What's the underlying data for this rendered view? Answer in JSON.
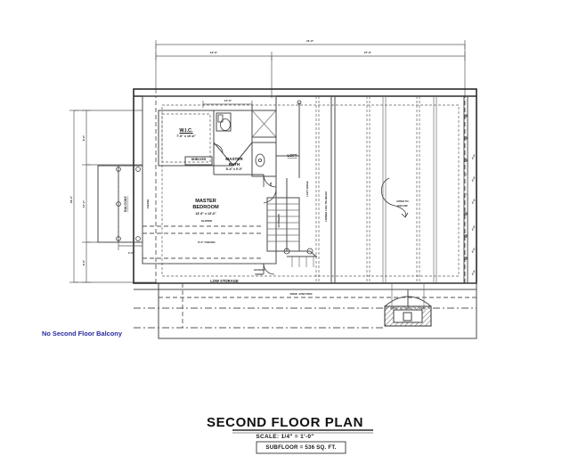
{
  "sheet": {
    "title": "SECOND FLOOR PLAN",
    "scale": "SCALE: 1/4\" = 1'-0\"",
    "area_note": "SUBFLOOR = 536 SQ. FT.",
    "revision_note": "No Second Floor Balcony",
    "revision_color": "#2a2a9c",
    "background": "#ffffff",
    "line_color": "#4a4a4a"
  },
  "dimensions": {
    "overall_top": "44'-0\"",
    "top_left_bay": "16'-6\"",
    "top_right_bay": "27'-6\"",
    "inner_top": "10'-6\"",
    "overall_left": "29'-2\"",
    "left_upper": "9'-6\"",
    "left_middle": "10'-2\"",
    "left_lower": "9'-6\"",
    "balcony_width": "4'-0\"",
    "right_edge_repeats": [
      "4'-0\"",
      "4'-0\"",
      "4'-0\"",
      "4'-0\"",
      "4'-0\"",
      "4'-0\""
    ]
  },
  "rooms": [
    {
      "name": "W.I.C.",
      "size": "7'-6\" x 10'-6\""
    },
    {
      "name": "MASTER BATH",
      "size": "8'-4\" x 9'-0\""
    },
    {
      "name": "MASTER BEDROOM",
      "size": "13'-9\" x 13'-0\""
    },
    {
      "name": "LOFT",
      "size": ""
    },
    {
      "name": "BALCONY",
      "size": ""
    },
    {
      "name": "LOW STORAGE",
      "size": ""
    }
  ],
  "labels": {
    "wic": "W.I.C.",
    "wic_size": "7'-6\" x 10'-6\"",
    "shelves": "SHELVES",
    "master_bath": "MASTER",
    "master_bath2": "BATH",
    "master_bath_size": "8'-4\" x 9'-0\"",
    "master_bedroom": "MASTER",
    "master_bedroom2": "BEDROOM",
    "master_bedroom_size": "13'-9\" x 13'-0\"",
    "loft": "LOFT",
    "loft_edge": "LOFT EDGE",
    "balcony": "BALCONY",
    "low_storage": "LOW STORAGE",
    "open_to_below": "OPEN TO BELOW",
    "open_to_below_1": "OPEN TO",
    "open_to_below_2": "BELOW",
    "lower_log_tie_beam": "LOWER LOG TIE BEAM",
    "roof_junction": "ROOF JUNCTION",
    "access_door": "ACCESS DOOR",
    "access_door_1": "ACCESS",
    "access_door_2": "DOOR",
    "sloped_ceiling": "SLOPED CEILING",
    "sloped_ceiling_1": "SLOPED",
    "sloped_ceiling_2": "8'-0\" CEILING",
    "chase": "CHASE",
    "railing": "RAILING",
    "down": "DN",
    "stair_note": "14 RISERS"
  }
}
